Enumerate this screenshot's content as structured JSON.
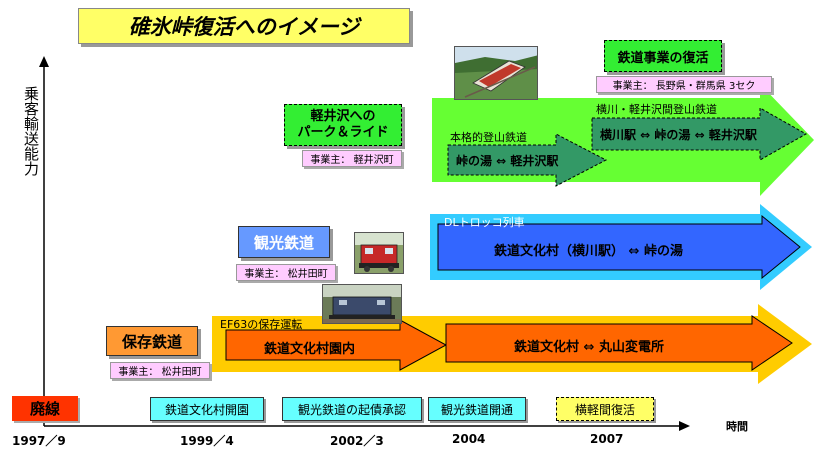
{
  "title": "碓氷峠復活へのイメージ",
  "axis": {
    "y_label": "乗客輸送能力",
    "x_label": "時間",
    "ticks": [
      "1997／9",
      "1999／4",
      "2002／3",
      "2004",
      "2007"
    ]
  },
  "phases": {
    "haisen": "廃線",
    "hozon": "保存鉄道",
    "hozon_owner": "事業主： 松井田町",
    "kanko": "観光鉄道",
    "kanko_owner": "事業主： 松井田町",
    "park": "軽井沢への\nパーク＆ライド",
    "park_owner": "事業主： 軽井沢町",
    "fukkatsu": "鉄道事業の復活",
    "fukkatsu_owner": "事業主： 長野県・群馬県 3セク"
  },
  "events": [
    "鉄道文化村開園",
    "観光鉄道の起債承認",
    "観光鉄道開通",
    "横軽間復活"
  ],
  "arrows": {
    "ef63_label": "EF63の保存運転",
    "ef63_a": "鉄道文化村園内",
    "ef63_b": "鉄道文化村 ⇔ 丸山変電所",
    "dl_label": "DLトロッコ列車",
    "dl": "鉄道文化村（横川駅） ⇔ 峠の湯",
    "mountain_label": "本格的登山鉄道",
    "mountain": "峠の湯 ⇔ 軽井沢駅",
    "line_label": "横川・軽井沢間登山鉄道",
    "line": "横川駅 ⇔ 峠の湯 ⇔ 軽井沢駅"
  },
  "colors": {
    "orange": "#ff6600",
    "gold": "#ffcc00",
    "blue": "#3366ff",
    "cyan": "#33ccff",
    "green": "#66ff33",
    "dark_green": "#339966",
    "owner_pink": "#ffccff",
    "event_cyan": "#66ffff",
    "title_yellow": "#ffff66",
    "haisen_red": "#ff3300"
  }
}
